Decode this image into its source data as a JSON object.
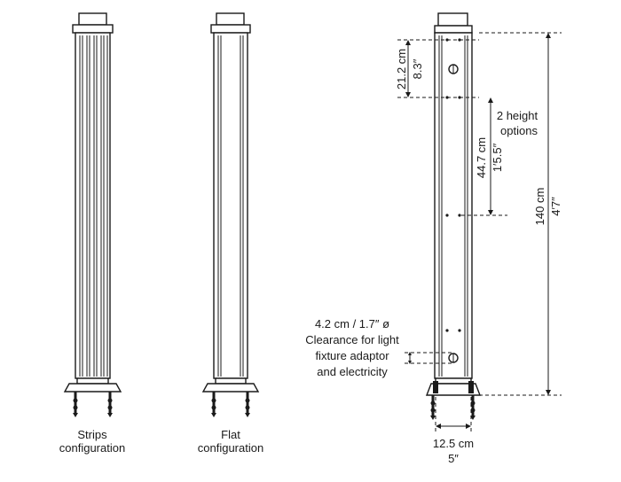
{
  "labels": {
    "strips_line1": "Strips",
    "strips_line2": "configuration",
    "flat_line1": "Flat",
    "flat_line2": "configuration",
    "clearance_line1": "4.2 cm / 1.7″  ø",
    "clearance_line2": "Clearance for light",
    "clearance_line3": "fixture adaptor",
    "clearance_line4": "and electricity",
    "height_options_line1": "2 height",
    "height_options_line2": "options"
  },
  "dimensions": {
    "top_cm": "21.2 cm",
    "top_in": "8.3″",
    "mid_cm": "44.7 cm",
    "mid_in": "1′5.5″",
    "total_cm": "140 cm",
    "total_in": "4′7″",
    "width_cm": "12.5 cm",
    "width_in": "5″"
  }
}
